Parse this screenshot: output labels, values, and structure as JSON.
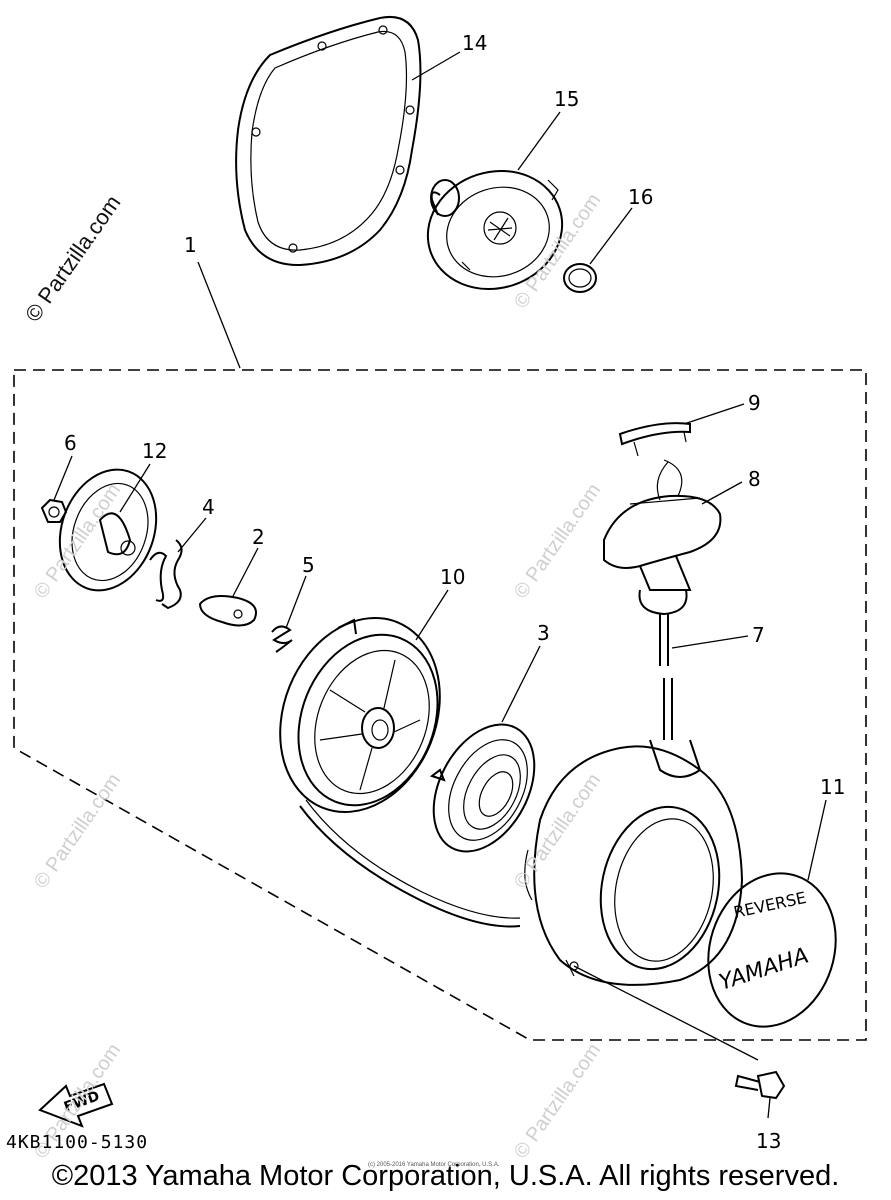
{
  "watermark": {
    "main": "© Partzilla.com",
    "faint": "© Partzilla.com"
  },
  "callouts": [
    {
      "id": "1",
      "label": "1"
    },
    {
      "id": "2",
      "label": "2"
    },
    {
      "id": "3",
      "label": "3"
    },
    {
      "id": "4",
      "label": "4"
    },
    {
      "id": "5",
      "label": "5"
    },
    {
      "id": "6",
      "label": "6"
    },
    {
      "id": "7",
      "label": "7"
    },
    {
      "id": "8",
      "label": "8"
    },
    {
      "id": "9",
      "label": "9"
    },
    {
      "id": "10",
      "label": "10"
    },
    {
      "id": "11",
      "label": "11"
    },
    {
      "id": "12",
      "label": "12"
    },
    {
      "id": "13",
      "label": "13"
    },
    {
      "id": "14",
      "label": "14"
    },
    {
      "id": "15",
      "label": "15"
    },
    {
      "id": "16",
      "label": "16"
    }
  ],
  "emblem": {
    "top_text": "REVERSE",
    "brand": "YAMAHA"
  },
  "fwd_arrow": "FWD",
  "part_code": "4KB1100-5130",
  "tiny_copyright": "(c) 2005-2016 Yamaha Motor Corporation, U.S.A.",
  "copyright": "©2013 Yamaha Motor Corporation, U.S.A. All rights reserved."
}
